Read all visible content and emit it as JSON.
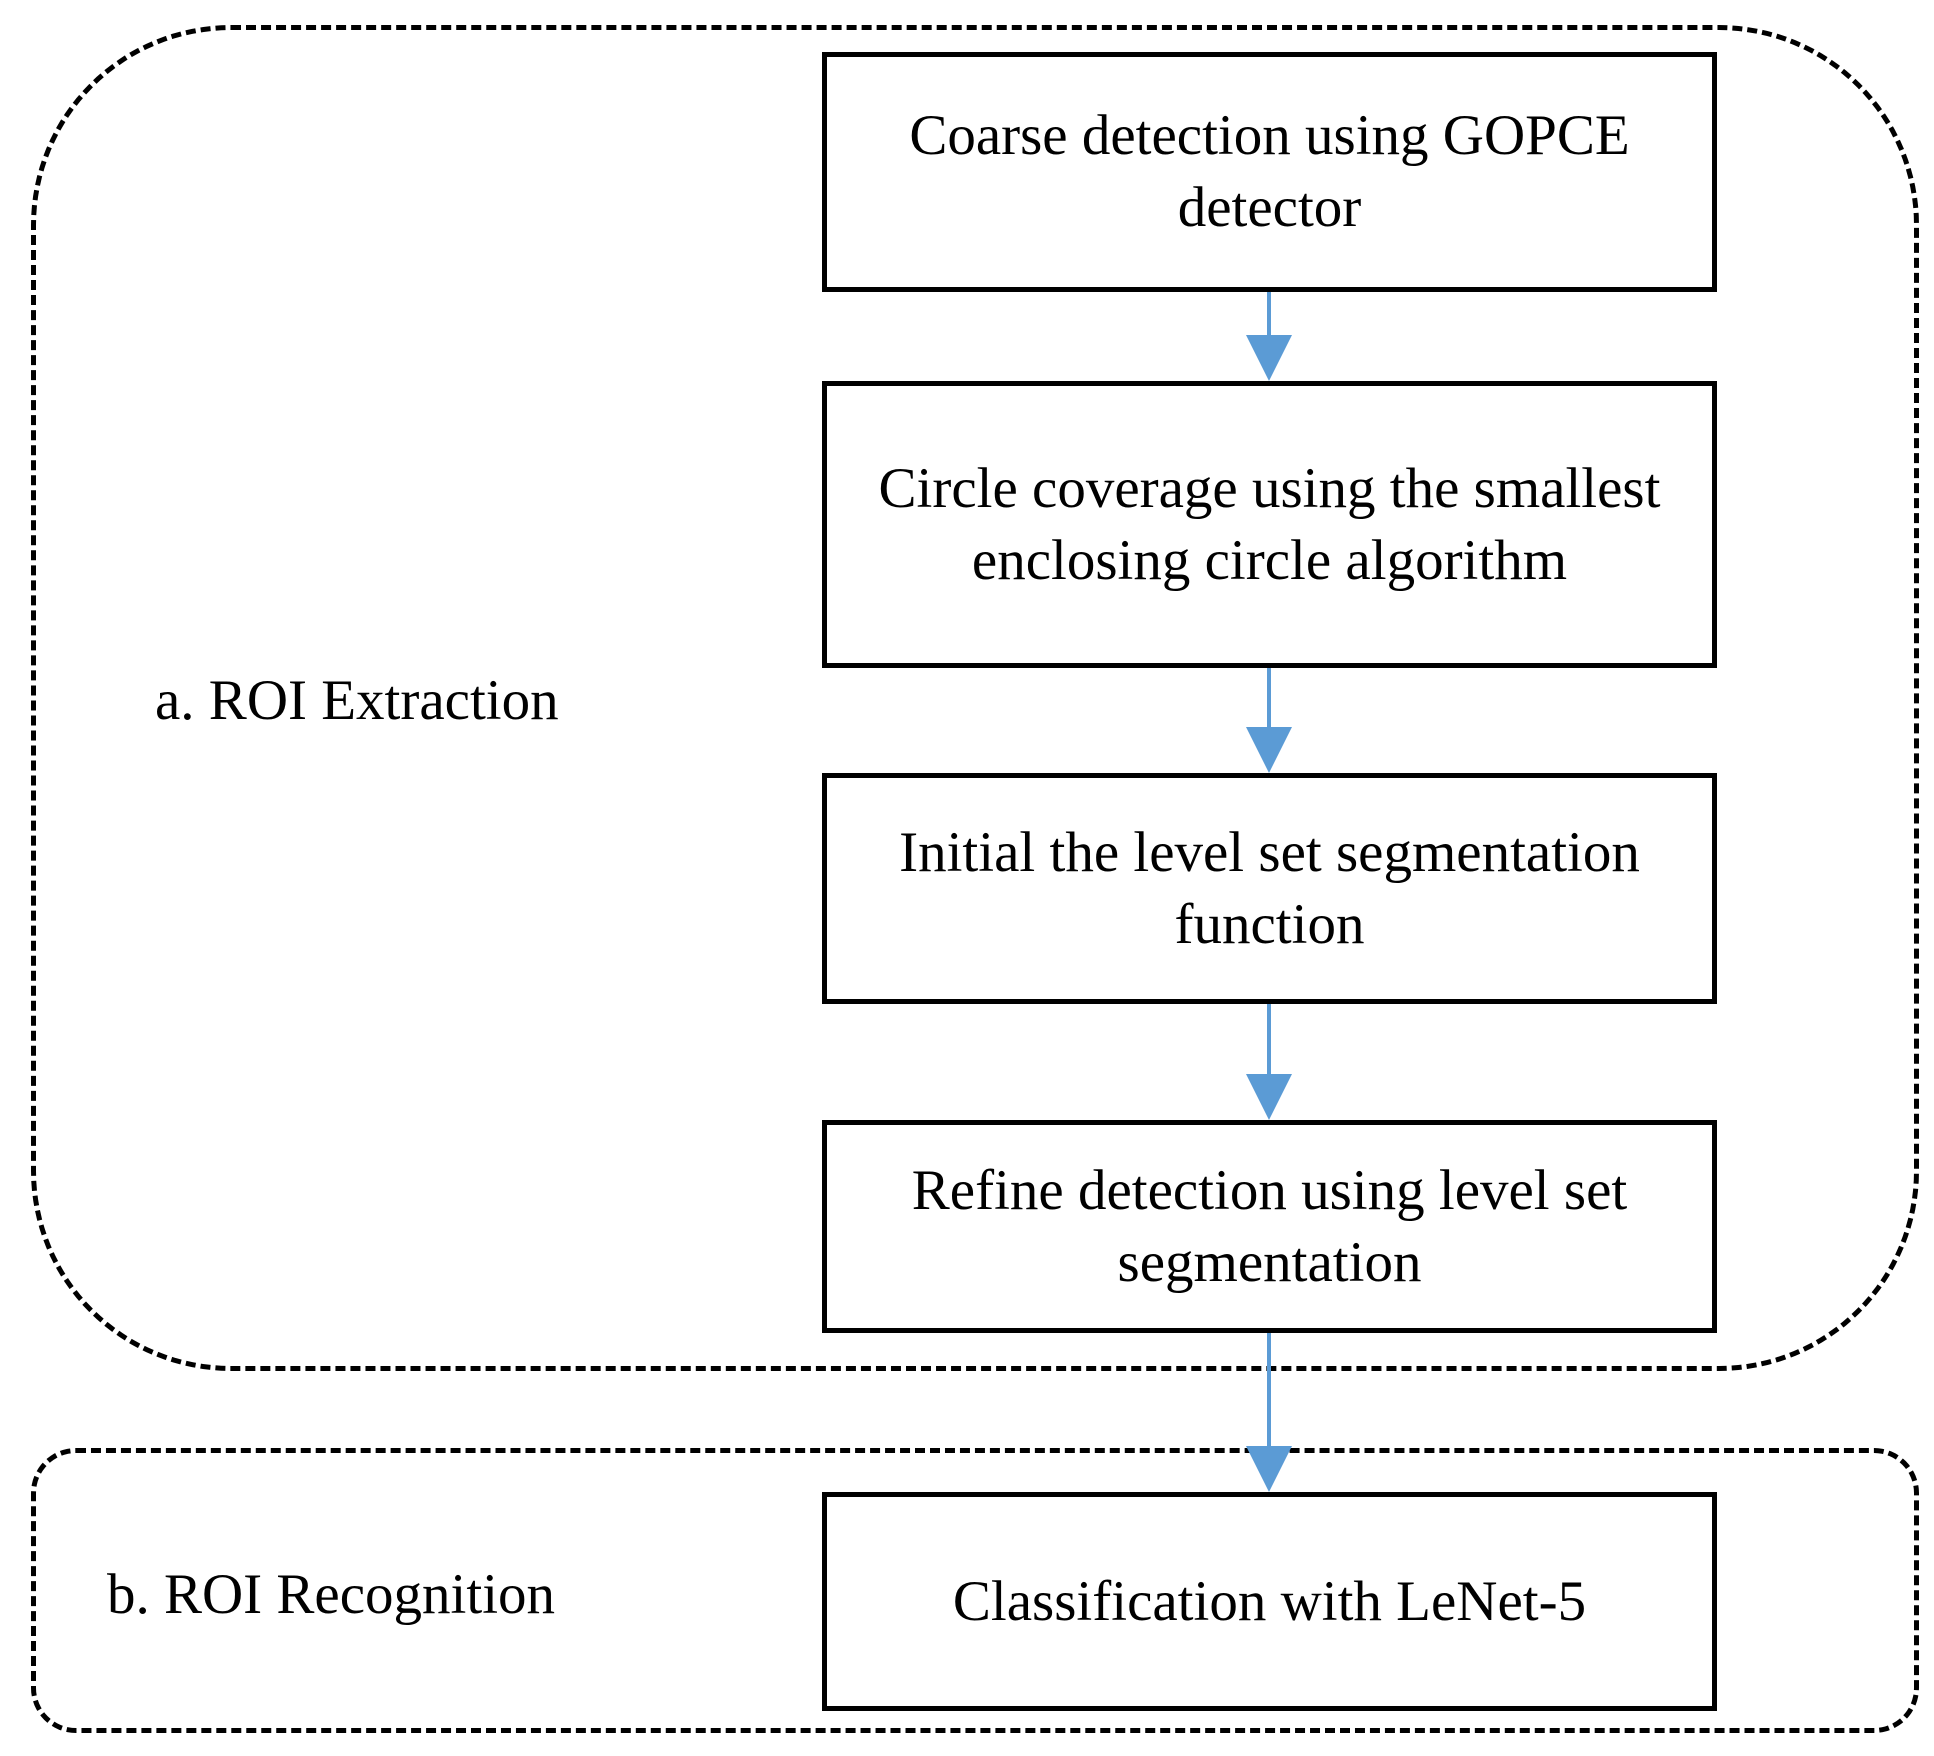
{
  "groups": {
    "roi_extraction": {
      "label": "a. ROI Extraction"
    },
    "roi_recognition": {
      "label": "b. ROI Recognition"
    }
  },
  "steps": [
    {
      "label": "Coarse detection using GOPCE detector"
    },
    {
      "label": "Circle coverage using the smallest enclosing circle algorithm"
    },
    {
      "label": "Initial the level set segmentation function"
    },
    {
      "label": "Refine detection using level set segmentation"
    },
    {
      "label": "Classification with LeNet-5"
    }
  ],
  "colors": {
    "arrow": "#5B9BD5",
    "border": "#000000",
    "text": "#000000",
    "background": "#ffffff"
  }
}
